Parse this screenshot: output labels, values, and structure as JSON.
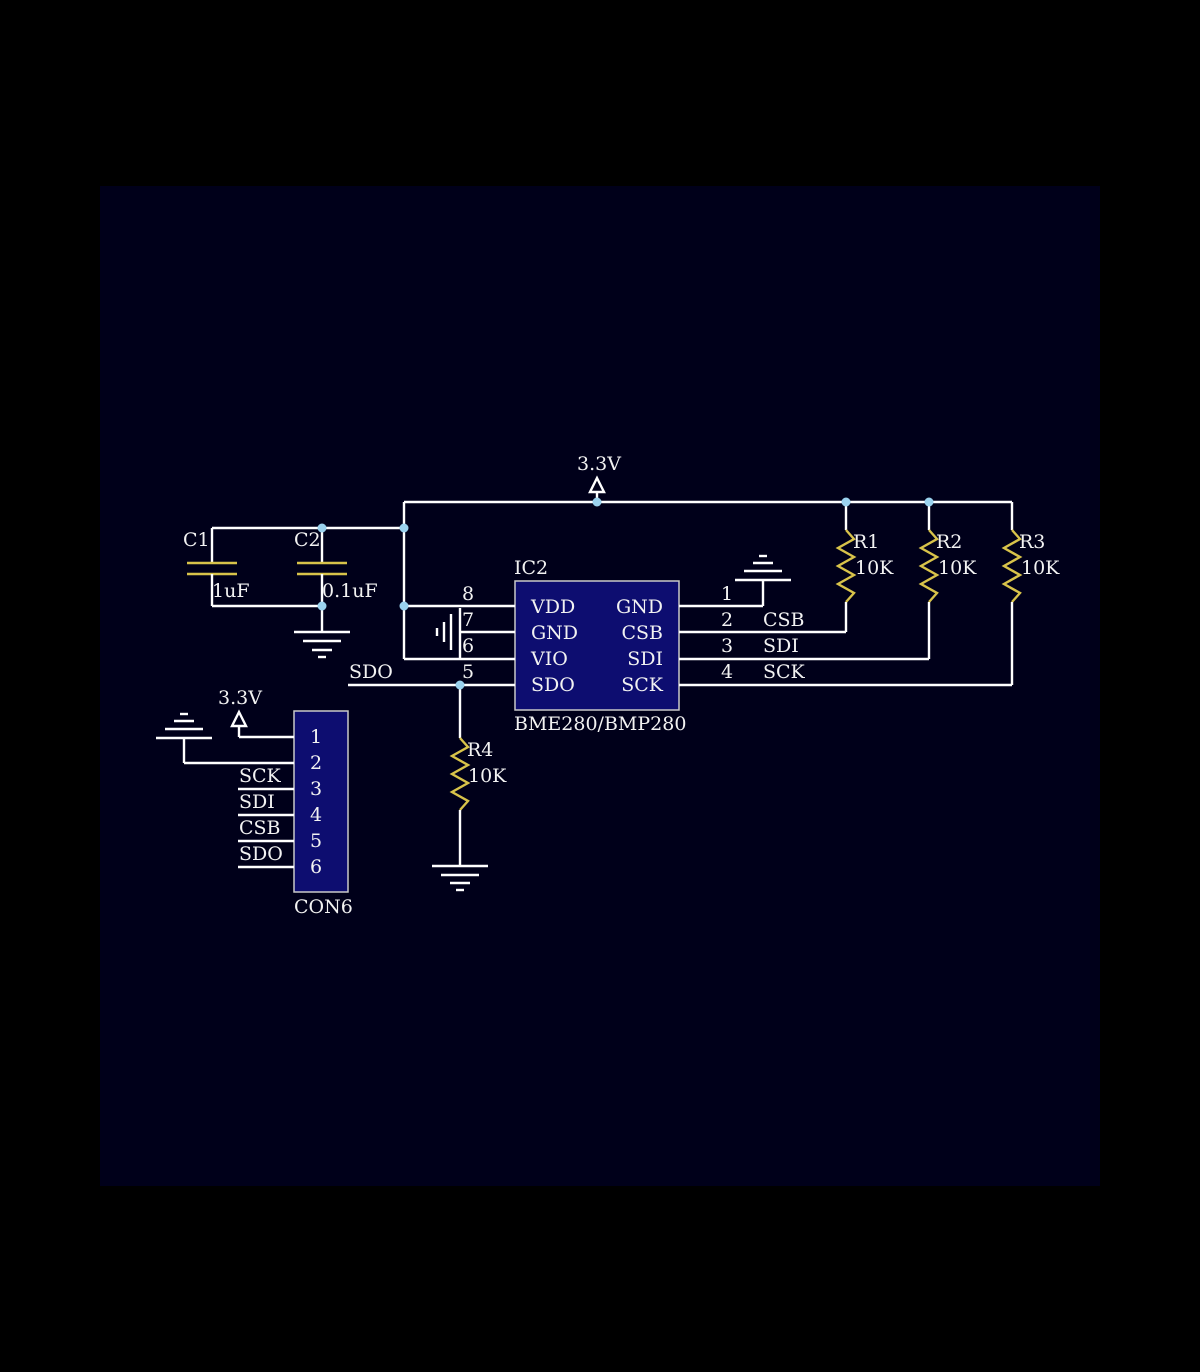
{
  "ic2": {
    "ref": "IC2",
    "part": "BME280/BMP280",
    "left_pins": [
      {
        "num": "8",
        "name": "VDD"
      },
      {
        "num": "7",
        "name": "GND"
      },
      {
        "num": "6",
        "name": "VIO"
      },
      {
        "num": "5",
        "name": "SDO"
      }
    ],
    "right_pins": [
      {
        "num": "1",
        "name": "GND"
      },
      {
        "num": "2",
        "name": "CSB"
      },
      {
        "num": "3",
        "name": "SDI"
      },
      {
        "num": "4",
        "name": "SCK"
      }
    ]
  },
  "power_label": "3.3V",
  "net_labels": {
    "sdo": "SDO",
    "csb": "CSB",
    "sdi": "SDI",
    "sck": "SCK"
  },
  "capacitors": [
    {
      "ref": "C1",
      "value": "1uF"
    },
    {
      "ref": "C2",
      "value": "0.1uF"
    }
  ],
  "resistors": [
    {
      "ref": "R1",
      "value": "10K"
    },
    {
      "ref": "R2",
      "value": "10K"
    },
    {
      "ref": "R3",
      "value": "10K"
    },
    {
      "ref": "R4",
      "value": "10K"
    }
  ],
  "connector": {
    "ref": "CON6",
    "pins": [
      "1",
      "2",
      "3",
      "4",
      "5",
      "6"
    ],
    "net_labels": [
      "SCK",
      "SDI",
      "CSB",
      "SDO"
    ]
  },
  "colors": {
    "background": "#00001a",
    "wire": "#ffffff",
    "component": "#d8c34a",
    "chip_fill": "#0d0d70",
    "junction": "#9ad2ee"
  }
}
